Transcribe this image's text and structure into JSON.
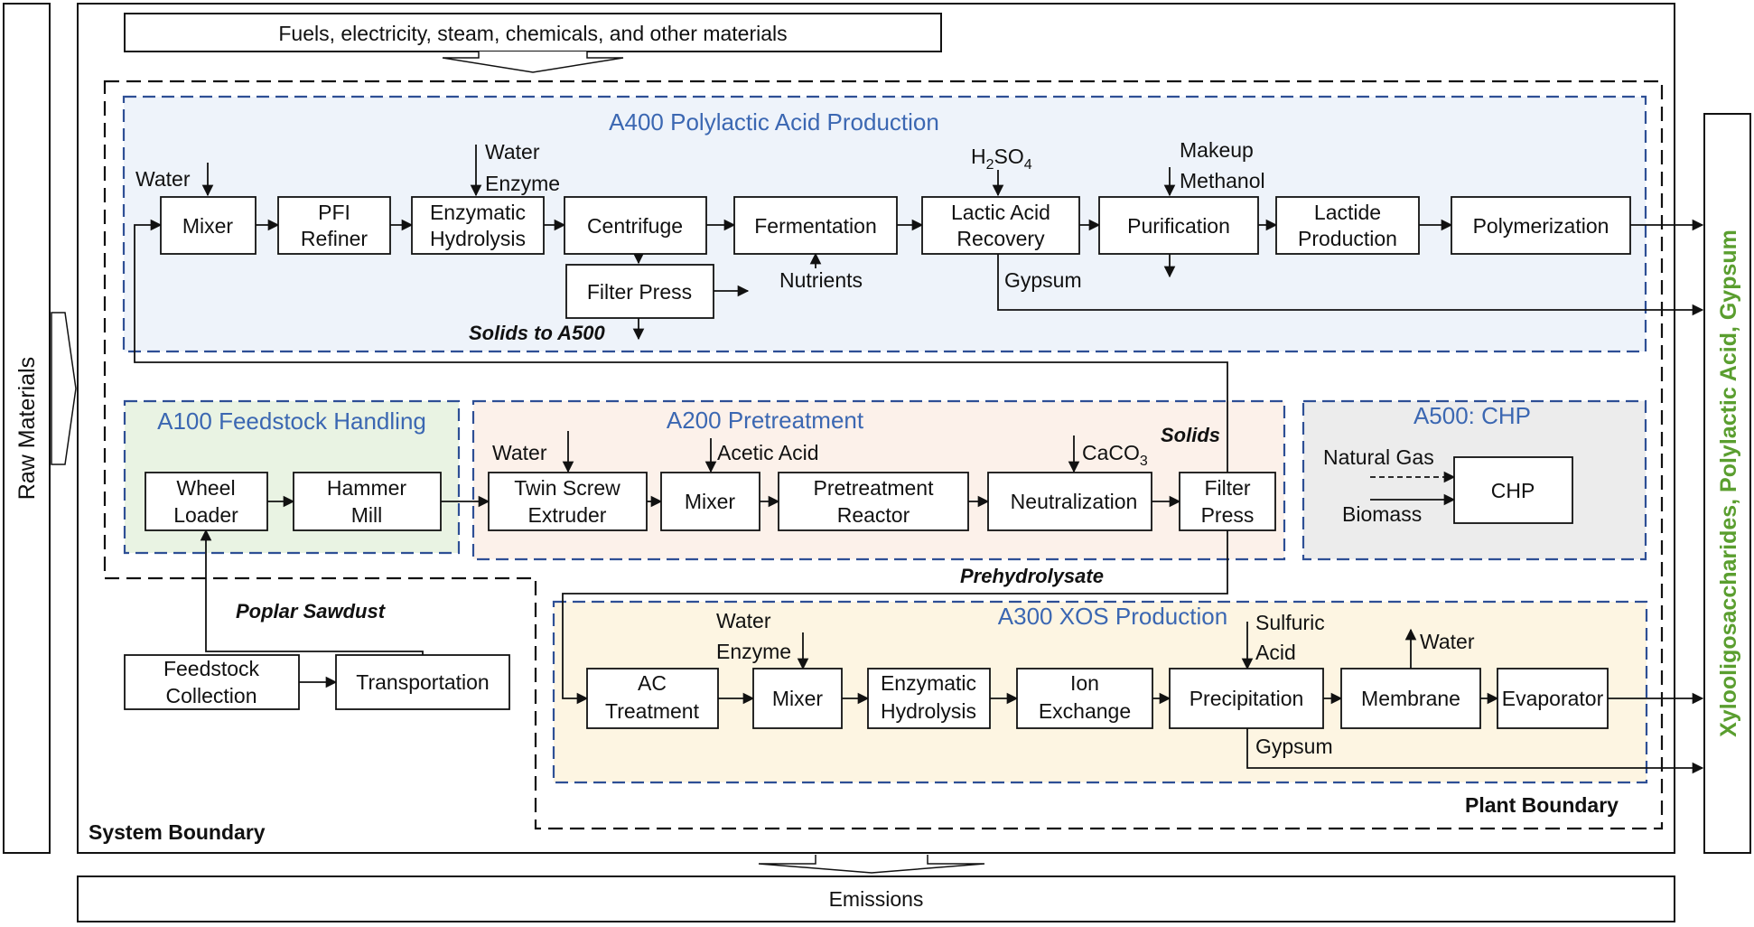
{
  "top_label": "Fuels, electricity, steam, chemicals, and other materials",
  "raw_materials_label": "Raw Materials",
  "emissions_label": "Emissions",
  "products_label": "Xylooligosaccharides, Polylactic Acid, Gypsum",
  "system_boundary_label": "System Boundary",
  "plant_boundary_label": "Plant Boundary",
  "colors": {
    "section_title": "#3b67b2",
    "section_border": "#2e4f95",
    "a400_fill": "#eef3fa",
    "a100_fill": "#e9f3e3",
    "a200_fill": "#fcf1ea",
    "a500_fill": "#ececec",
    "a300_fill": "#fdf5e2",
    "products_text": "#5a9e2f"
  },
  "sections": {
    "a400": {
      "title": "A400 Polylactic Acid Production",
      "inputs": {
        "water": "Water",
        "water2": "Water",
        "enzyme": "Enzyme",
        "h2so4_main": "H",
        "h2so4_sub2": "2",
        "h2so4_so": "SO",
        "h2so4_sub4": "4",
        "makeup": "Makeup",
        "methanol": "Methanol",
        "nutrients": "Nutrients",
        "gypsum": "Gypsum",
        "solids_to_a500": "Solids to A500"
      },
      "units": {
        "mixer": "Mixer",
        "pfi_1": "PFI",
        "pfi_2": "Refiner",
        "enz_1": "Enzymatic",
        "enz_2": "Hydrolysis",
        "centrifuge": "Centrifuge",
        "fermentation": "Fermentation",
        "lar_1": "Lactic Acid",
        "lar_2": "Recovery",
        "purification": "Purification",
        "lactide_1": "Lactide",
        "lactide_2": "Production",
        "polymerization": "Polymerization",
        "filter_press": "Filter Press"
      }
    },
    "a100": {
      "title": "A100 Feedstock Handling",
      "units": {
        "wheel_1": "Wheel",
        "wheel_2": "Loader",
        "hammer_1": "Hammer",
        "hammer_2": "Mill"
      }
    },
    "a200": {
      "title": "A200 Pretreatment",
      "inputs": {
        "water": "Water",
        "acetic_acid": "Acetic Acid",
        "caco3_main": "CaCO",
        "caco3_sub": "3",
        "solids": "Solids",
        "prehydrolysate": "Prehydrolysate"
      },
      "units": {
        "twin_1": "Twin Screw",
        "twin_2": "Extruder",
        "mixer": "Mixer",
        "pre_1": "Pretreatment",
        "pre_2": "Reactor",
        "neutralization": "Neutralization",
        "filter_1": "Filter",
        "filter_2": "Press"
      }
    },
    "a500": {
      "title": "A500: CHP",
      "inputs": {
        "natural_gas": "Natural Gas",
        "biomass": "Biomass"
      },
      "units": {
        "chp": "CHP"
      }
    },
    "a300": {
      "title": "A300 XOS Production",
      "inputs": {
        "water": "Water",
        "enzyme": "Enzyme",
        "sulfuric_1": "Sulfuric",
        "sulfuric_2": "Acid",
        "water_out": "Water",
        "gypsum": "Gypsum"
      },
      "units": {
        "ac_1": "AC",
        "ac_2": "Treatment",
        "mixer": "Mixer",
        "enz_1": "Enzymatic",
        "enz_2": "Hydrolysis",
        "ion_1": "Ion",
        "ion_2": "Exchange",
        "precipitation": "Precipitation",
        "membrane": "Membrane",
        "evaporator": "Evaporator"
      }
    }
  },
  "feedstock": {
    "poplar_sawdust": "Poplar Sawdust",
    "fc_1": "Feedstock",
    "fc_2": "Collection",
    "transportation": "Transportation"
  }
}
